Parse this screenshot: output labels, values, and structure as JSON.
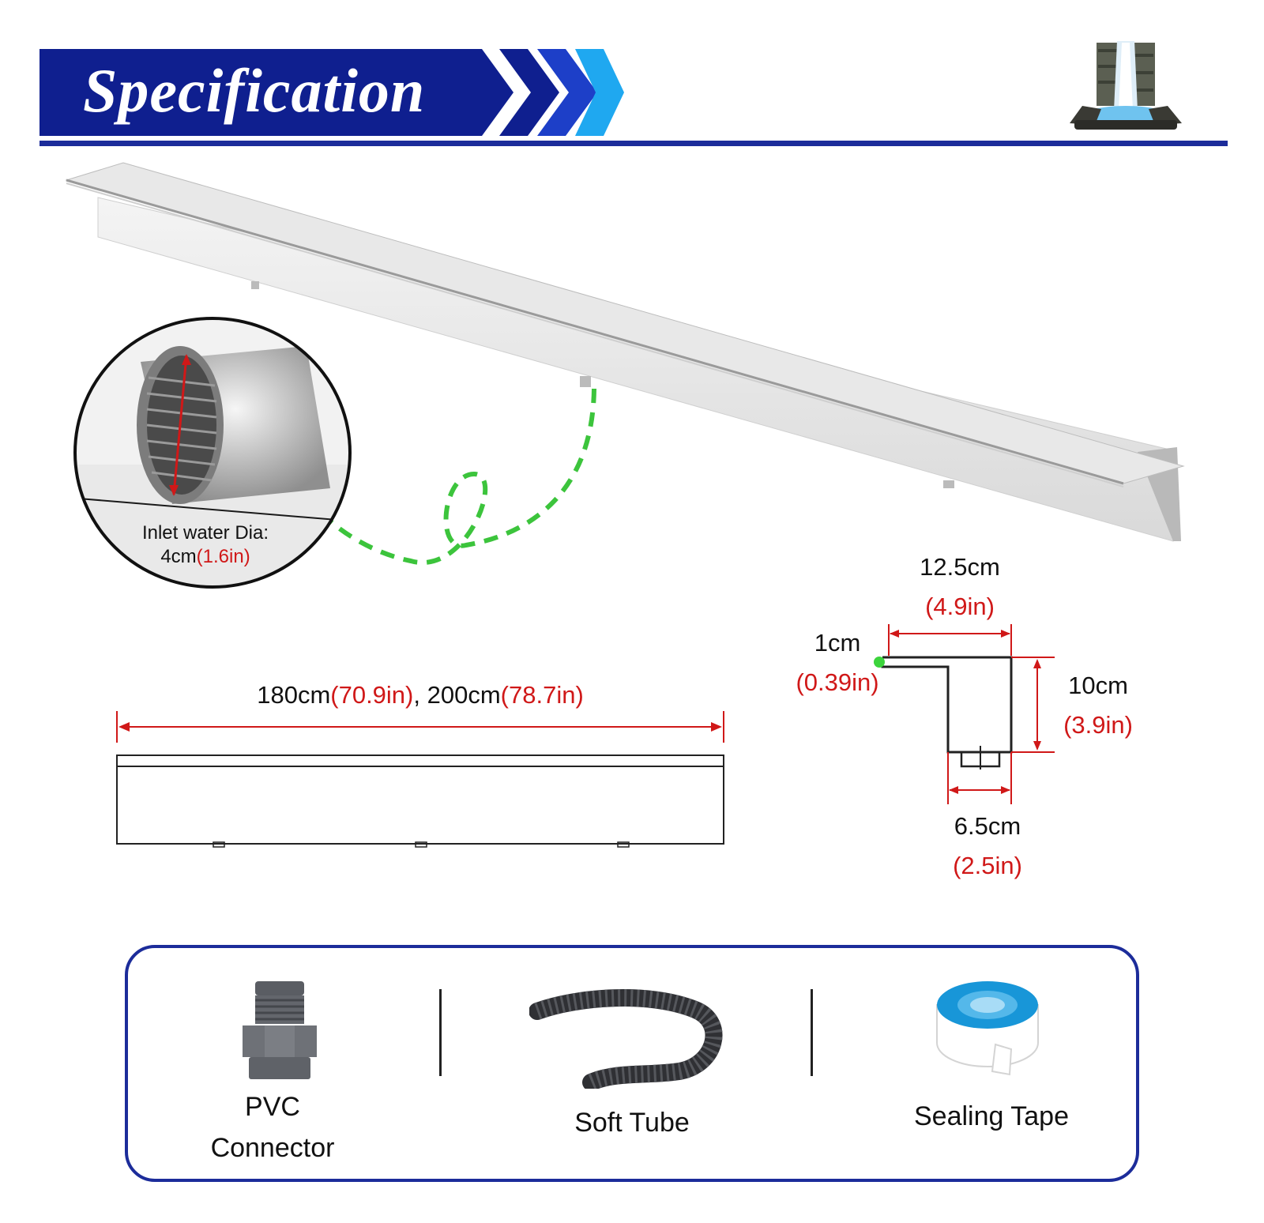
{
  "header": {
    "title": "Specification",
    "colors": {
      "band": "#0f1f8f",
      "rule": "#1c2c9a",
      "chevron_dark": "#1d3fc8",
      "chevron_mid": "#1f7ce8",
      "chevron_light": "#1fa8f0"
    },
    "logo_icon": "waterfall-fountain-icon"
  },
  "inlet": {
    "label_line1": "Inlet water Dia:",
    "metric": "4cm",
    "imperial": "(1.6in)"
  },
  "length_dimension": {
    "metric_a": "180cm",
    "imperial_a": "(70.9in)",
    "separator": ", ",
    "metric_b": "200cm",
    "imperial_b": "(78.7in)"
  },
  "profile_dimensions": {
    "width": {
      "metric": "12.5cm",
      "imperial": "(4.9in)"
    },
    "lip": {
      "metric": "1cm",
      "imperial": "(0.39in)"
    },
    "height": {
      "metric": "10cm",
      "imperial": "(3.9in)"
    },
    "bottom": {
      "metric": "6.5cm",
      "imperial": "(2.5in)"
    }
  },
  "accessories": [
    {
      "icon": "pvc-connector-icon",
      "label_line1": "PVC",
      "label_line2": "Connector"
    },
    {
      "icon": "soft-tube-icon",
      "label": "Soft Tube"
    },
    {
      "icon": "sealing-tape-icon",
      "label": "Sealing Tape"
    }
  ],
  "accent_colors": {
    "imperial_text": "#d01818",
    "dimension_lines": "#d01818",
    "guide_dash": "#3cc43c",
    "box_border": "#1c2c9a"
  }
}
